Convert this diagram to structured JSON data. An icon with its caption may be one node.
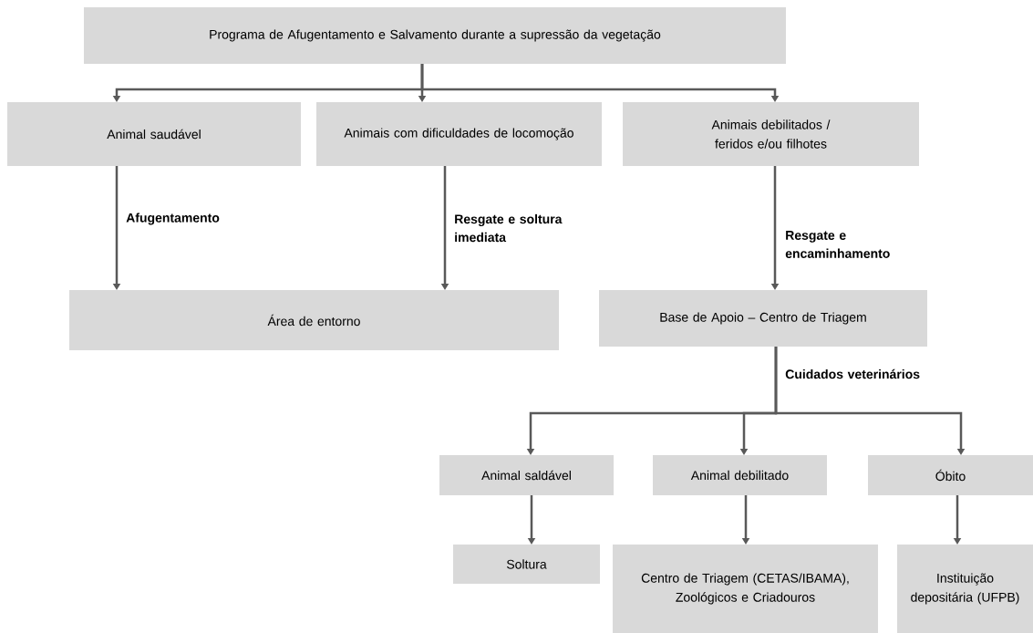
{
  "diagram": {
    "nodes": [
      {
        "text": [
          "Programa de Afugentamento e Salvamento durante a supressão da vegetação"
        ]
      },
      {
        "text": [
          "Animal saudável"
        ]
      },
      {
        "text": [
          "Animais com dificuldades de locomoção"
        ]
      },
      {
        "text": [
          "Animais debilitados / feridos e/ou filhotes"
        ]
      },
      {
        "text": [
          "Área de entorno"
        ]
      },
      {
        "text": [
          "Base de Apoio – Centro de Triagem"
        ]
      },
      {
        "text": [
          "Animal saldável"
        ]
      },
      {
        "text": [
          "Animal debilitado"
        ]
      },
      {
        "text": [
          "Óbito"
        ]
      },
      {
        "text": [
          "Soltura"
        ]
      },
      {
        "text": [
          "Centro de Triagem (CETAS/IBAMA), Zoológicos e Criadouros"
        ]
      },
      {
        "text": [
          "Instituição depositária (UFPB)"
        ]
      }
    ],
    "edges": [
      {
        "from": 0,
        "to": 1,
        "arrow": "to"
      },
      {
        "from": 0,
        "to": 2,
        "arrow": "to"
      },
      {
        "from": 0,
        "to": 3,
        "arrow": "to"
      },
      {
        "from": 1,
        "to": 4,
        "arrow": "to",
        "label": "Afugentamento"
      },
      {
        "from": 2,
        "to": 4,
        "arrow": "to",
        "label": "Resgate e soltura imediata"
      },
      {
        "from": 3,
        "to": 5,
        "arrow": "to",
        "label": "Resgate e encaminhamento"
      },
      {
        "from": 5,
        "to": 6,
        "arrow": "to",
        "label": "Cuidados veterinários"
      },
      {
        "from": 5,
        "to": 7,
        "arrow": "to"
      },
      {
        "from": 5,
        "to": 8,
        "arrow": "to"
      },
      {
        "from": 6,
        "to": 9,
        "arrow": "to"
      },
      {
        "from": 7,
        "to": 10,
        "arrow": "to"
      },
      {
        "from": 8,
        "to": 11,
        "arrow": "to"
      }
    ]
  }
}
